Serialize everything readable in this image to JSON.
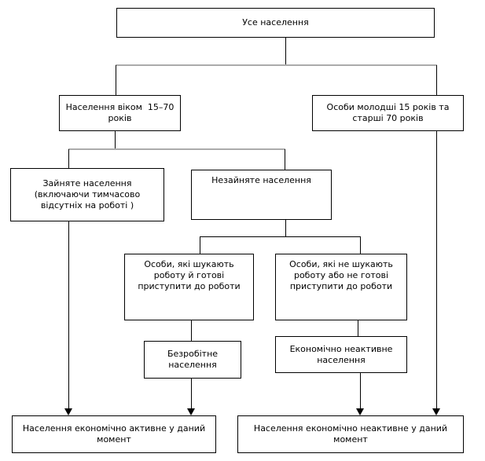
{
  "diagram": {
    "type": "flowchart",
    "language": "uk",
    "colors": {
      "background": "#ffffff",
      "box_border": "#000000",
      "text": "#000000",
      "line": "#000000",
      "gray_connector": "#ababab"
    },
    "nodes": {
      "all_population": {
        "label": "Усе населення"
      },
      "age_15_70": {
        "label": "Населення віком  15–70\nроків"
      },
      "under15_over70": {
        "label": "Особи молодші 15 років та\nстарші 70 років"
      },
      "employed": {
        "label": "Зайняте населення\n(включаючи тимчасово\nвідсутніх на роботі )"
      },
      "not_employed": {
        "label": "Незайняте населення"
      },
      "seeking_ready": {
        "label": "Особи, які шукають\nроботу й готові\nприступити до роботи"
      },
      "not_seeking": {
        "label": "Особи, які не шукають\nроботу або не готові\nприступити до роботи"
      },
      "unemployed": {
        "label": "Безробітне\nнаселення"
      },
      "econ_inactive": {
        "label": "Економічно неактивне\nнаселення"
      },
      "active_now": {
        "label": "Населення економічно активне у даний\nмомент"
      },
      "inactive_now": {
        "label": "Населення економічно неактивне у даний\nмомент"
      }
    },
    "edges": [
      {
        "from": "all_population",
        "to": "age_15_70",
        "arrow": false
      },
      {
        "from": "all_population",
        "to": "under15_over70",
        "arrow": false
      },
      {
        "from": "age_15_70",
        "to": "employed",
        "arrow": false
      },
      {
        "from": "age_15_70",
        "to": "not_employed",
        "arrow": false
      },
      {
        "from": "not_employed",
        "to": "seeking_ready",
        "arrow": false
      },
      {
        "from": "not_employed",
        "to": "not_seeking",
        "arrow": false
      },
      {
        "from": "seeking_ready",
        "to": "unemployed",
        "arrow": false
      },
      {
        "from": "not_seeking",
        "to": "econ_inactive",
        "arrow": false
      },
      {
        "from": "employed",
        "to": "active_now",
        "arrow": true
      },
      {
        "from": "unemployed",
        "to": "active_now",
        "arrow": true
      },
      {
        "from": "econ_inactive",
        "to": "inactive_now",
        "arrow": true
      },
      {
        "from": "under15_over70",
        "to": "inactive_now",
        "arrow": true
      }
    ]
  }
}
